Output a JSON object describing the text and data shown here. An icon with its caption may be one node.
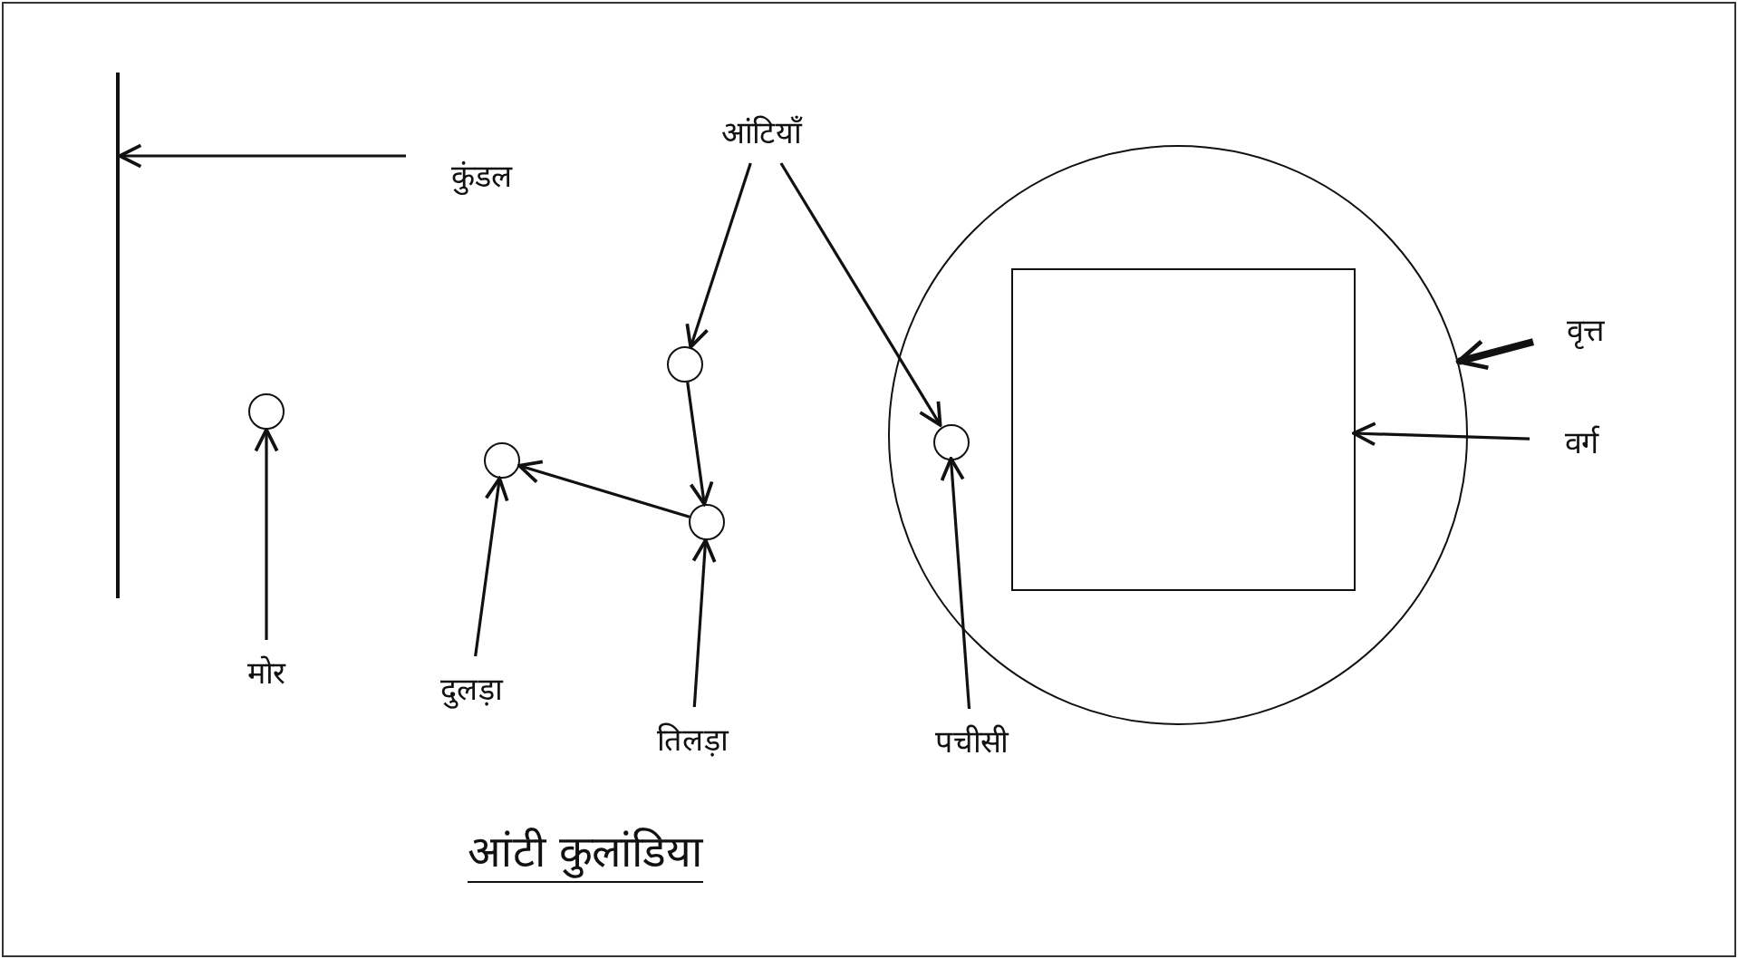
{
  "diagram": {
    "title": "आंटी कुलांडिया",
    "nodes": [
      {
        "text": [],
        "shape": "line"
      },
      {
        "text": [
          "कुंडल"
        ]
      },
      {
        "text": [
          "आंटियाँ"
        ]
      },
      {
        "text": [],
        "shape": "circle"
      },
      {
        "text": [],
        "shape": "box",
        "in": 3
      },
      {
        "text": [],
        "shape": "circle"
      },
      {
        "text": [],
        "shape": "circle"
      },
      {
        "text": [],
        "shape": "circle"
      },
      {
        "text": [],
        "shape": "circle"
      },
      {
        "text": [],
        "shape": "circle",
        "in": 3
      },
      {
        "text": [
          "वृत्त"
        ]
      },
      {
        "text": [
          "वर्ग"
        ]
      },
      {
        "text": [
          "मोर"
        ]
      },
      {
        "text": [
          "दुलड़ा"
        ]
      },
      {
        "text": [
          "तिलड़ा"
        ]
      },
      {
        "text": [
          "पचीसी"
        ]
      }
    ],
    "edges": [
      {
        "from": 1,
        "to": 0,
        "arrow": "to"
      },
      {
        "from": 2,
        "to": 7,
        "arrow": "to"
      },
      {
        "from": 2,
        "to": 9,
        "arrow": "to"
      },
      {
        "from": 7,
        "to": 8,
        "arrow": "to"
      },
      {
        "from": 8,
        "to": 6,
        "arrow": "to"
      },
      {
        "from": 10,
        "to": 3,
        "arrow": "to",
        "style": "thick"
      },
      {
        "from": 11,
        "to": 4,
        "arrow": "to"
      },
      {
        "from": 12,
        "to": 5,
        "arrow": "to"
      },
      {
        "from": 13,
        "to": 6,
        "arrow": "to"
      },
      {
        "from": 14,
        "to": 8,
        "arrow": "to"
      },
      {
        "from": 15,
        "to": 9,
        "arrow": "to"
      }
    ]
  }
}
